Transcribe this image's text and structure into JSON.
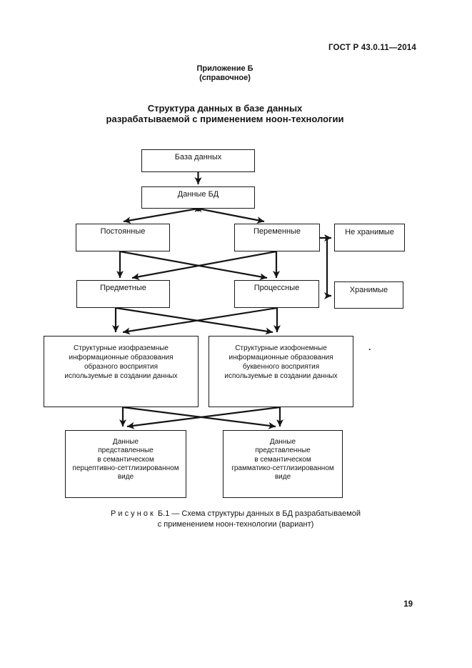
{
  "page": {
    "header": "ГОСТ Р 43.0.11—2014",
    "appendix": {
      "title": "Приложение Б",
      "subtitle": "(справочное)"
    },
    "doc_title": {
      "line1": "Структура данных в базе данных",
      "line2": "разрабатываемой с применением ноон-технологии"
    },
    "stray_dot": ".",
    "page_number": "19"
  },
  "diagram": {
    "boxes": {
      "database": "База данных",
      "bd_data": "Данные БД",
      "constant": "Постоянные",
      "variable": "Переменные",
      "not_stored": "Не хранимые",
      "subject": "Предметные",
      "process": "Процессные",
      "stored": "Хранимые",
      "izofrazemnye": {
        "lines": [
          "Структурные изофраземные",
          "информационные образования",
          "образного восприятия",
          "используемые в создании данных"
        ]
      },
      "izofonemnye": {
        "lines": [
          "Структурные изофонемные",
          "информационные образования",
          "буквенного восприятия",
          "используемые в создании данных"
        ]
      },
      "perceptive": {
        "lines": [
          "Данные",
          "представленные",
          "в семантическом",
          "перцептивно-сеттлизированном",
          "виде"
        ]
      },
      "grammatic": {
        "lines": [
          "Данные",
          "представленные",
          "в семантическом",
          "грамматико-сеттлизированном",
          "виде"
        ]
      }
    },
    "caption": {
      "line1": "Р и с у н о к  Б.1 — Схема структуры данных в БД разрабатываемой",
      "line2": "с применением ноон-технологии (вариант)"
    }
  }
}
